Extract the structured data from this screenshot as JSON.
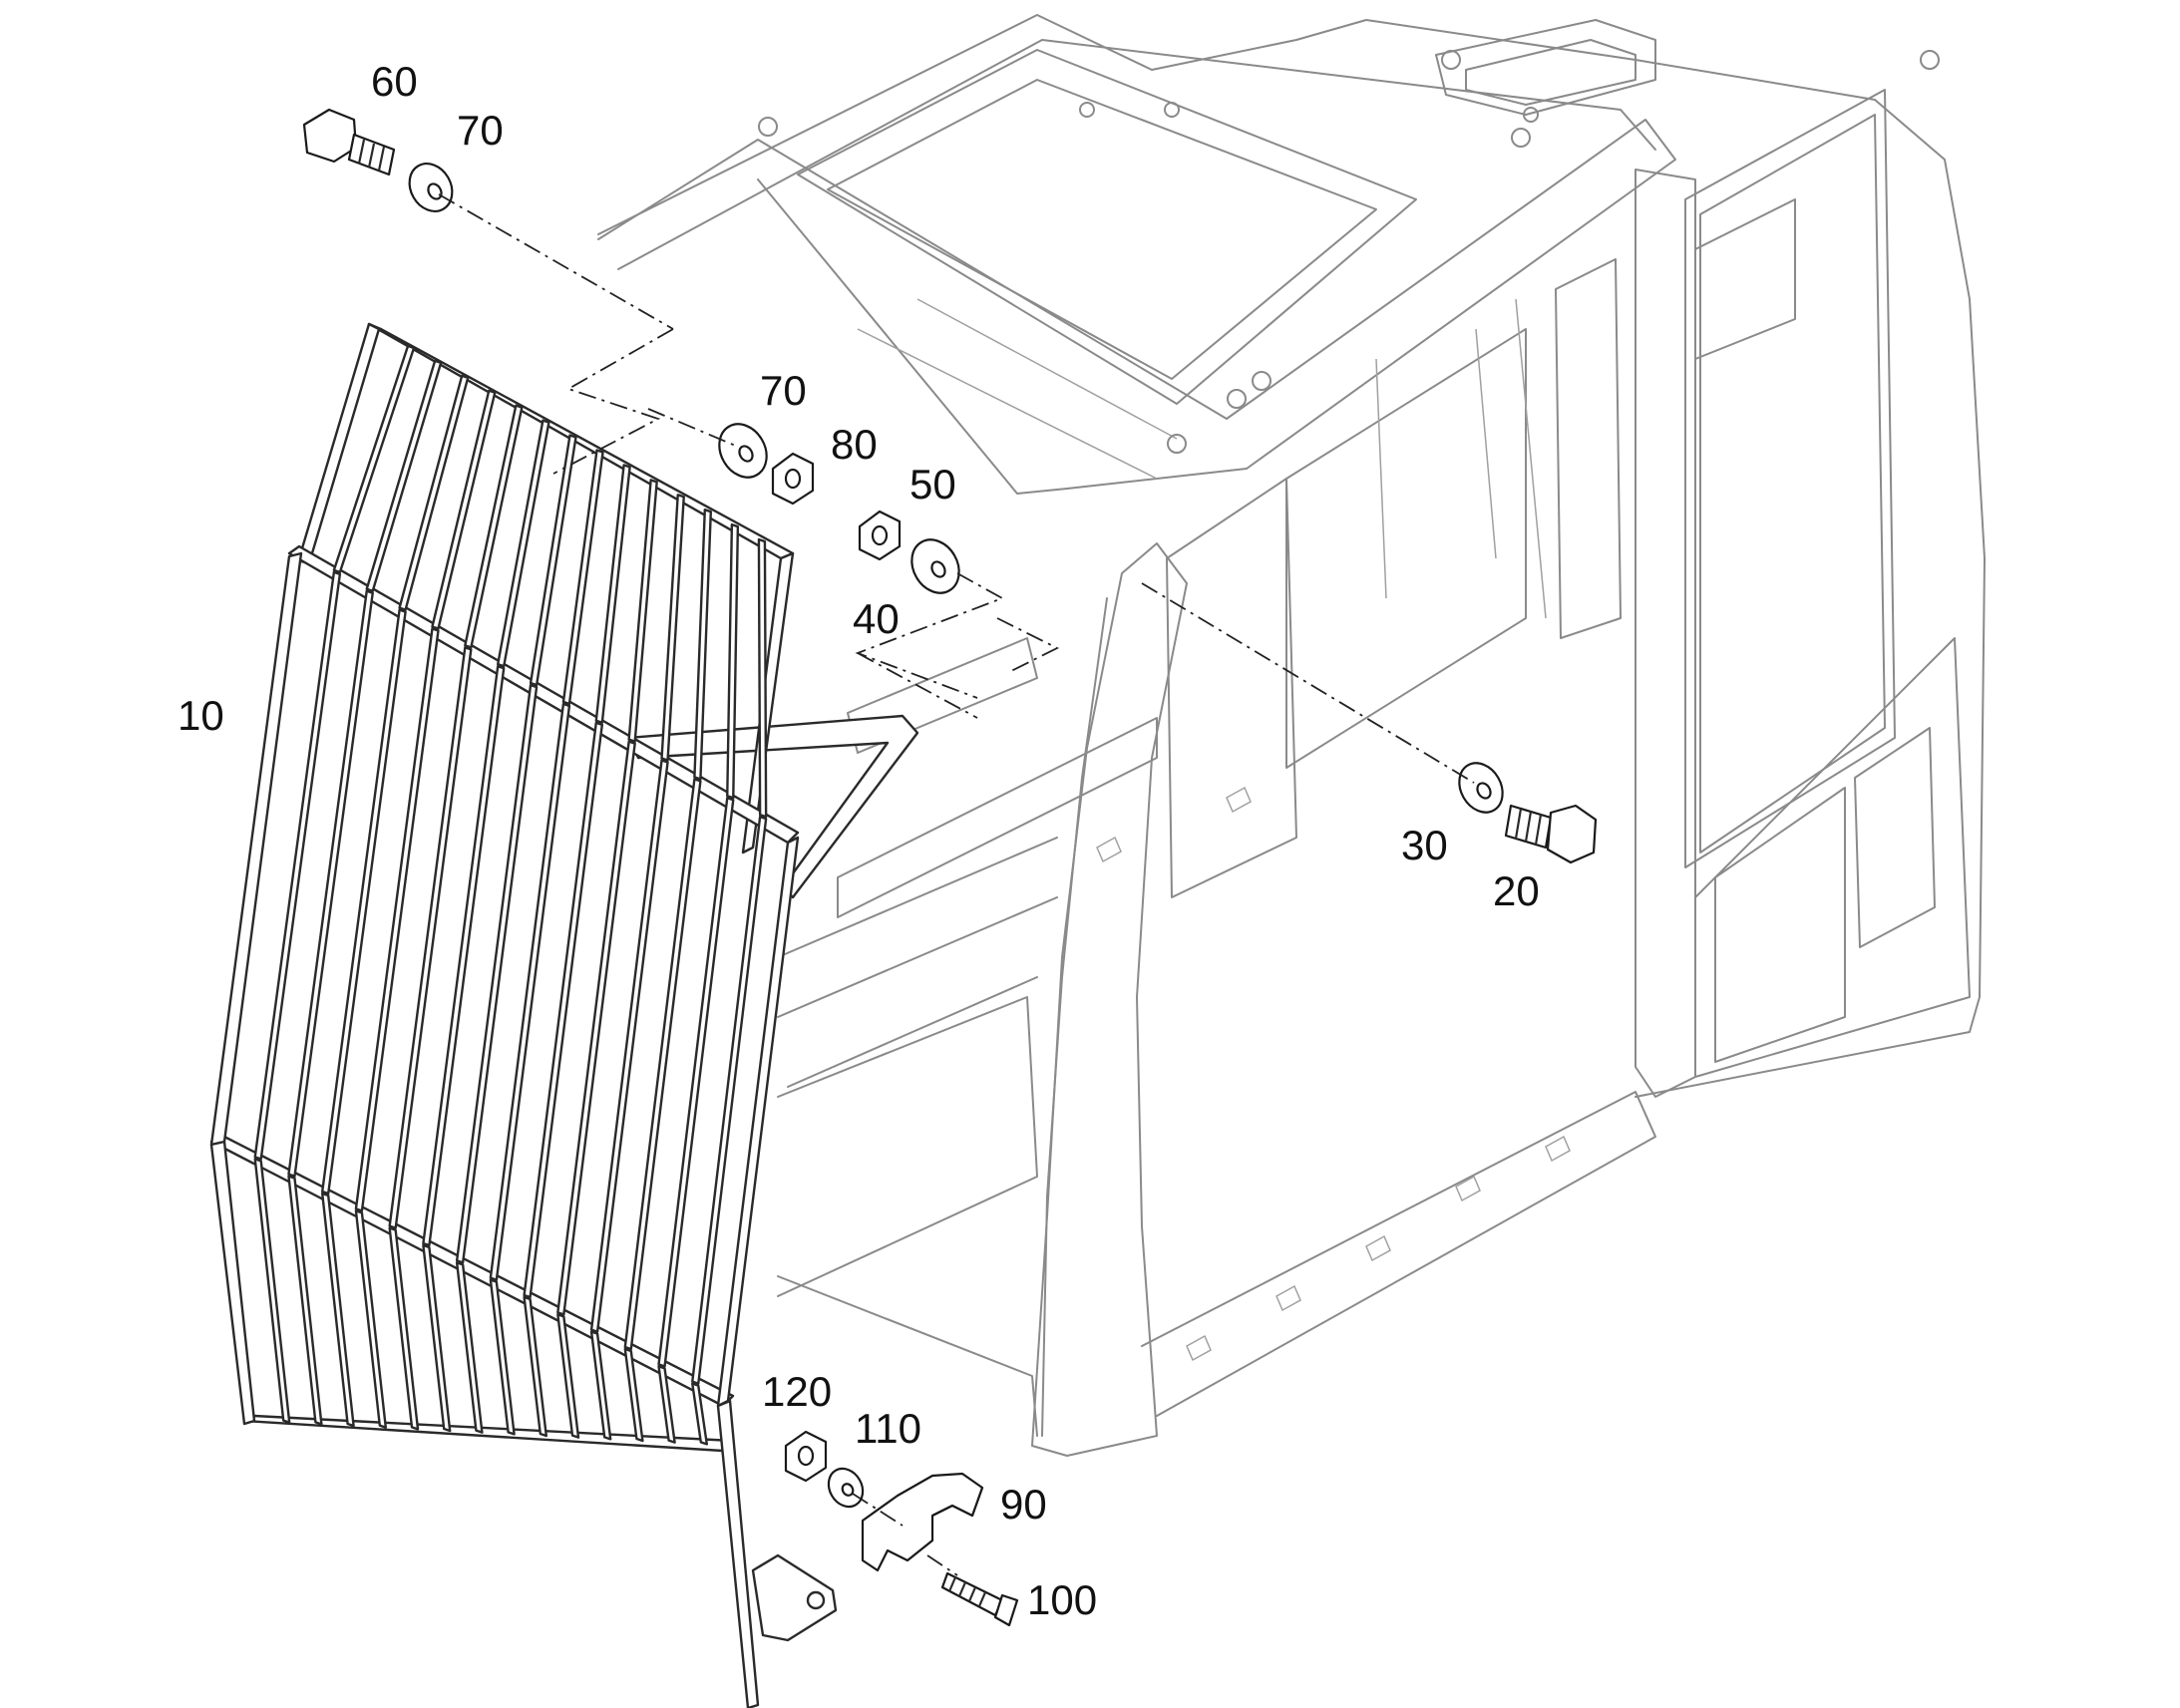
{
  "diagram": {
    "callouts": [
      {
        "id": "c60",
        "text": "60"
      },
      {
        "id": "c70a",
        "text": "70"
      },
      {
        "id": "c70b",
        "text": "70"
      },
      {
        "id": "c80",
        "text": "80"
      },
      {
        "id": "c50",
        "text": "50"
      },
      {
        "id": "c40",
        "text": "40"
      },
      {
        "id": "c10",
        "text": "10"
      },
      {
        "id": "c30",
        "text": "30"
      },
      {
        "id": "c20",
        "text": "20"
      },
      {
        "id": "c120",
        "text": "120"
      },
      {
        "id": "c110",
        "text": "110"
      },
      {
        "id": "c90",
        "text": "90"
      },
      {
        "id": "c100",
        "text": "100"
      }
    ]
  }
}
